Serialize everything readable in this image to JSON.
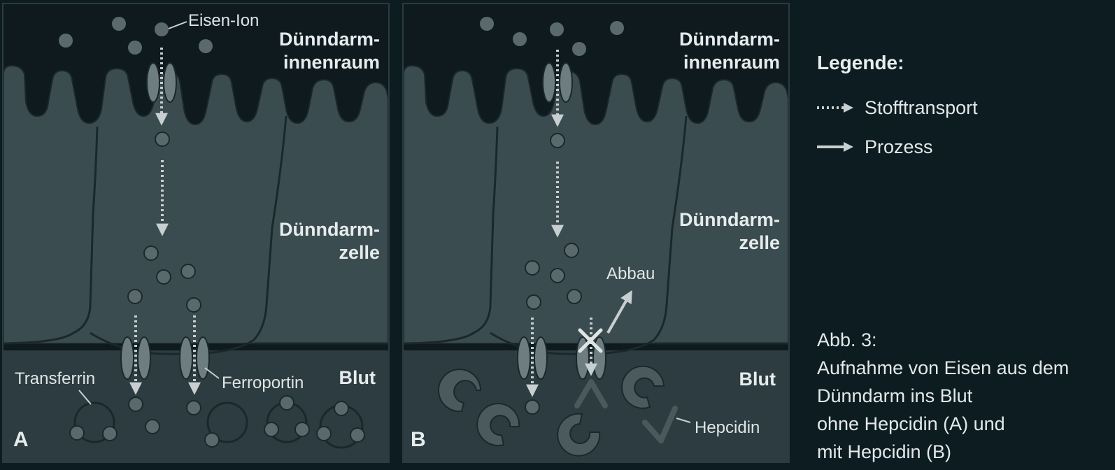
{
  "panels": [
    {
      "letter": "A",
      "lumen_label_line1": "Dünndarm-",
      "lumen_label_line2": "innenraum",
      "cell_label_line1": "Dünndarm-",
      "cell_label_line2": "zelle",
      "blood_label": "Blut",
      "annotations": {
        "iron_ion": "Eisen-Ion",
        "transferrin": "Transferrin",
        "ferroportin": "Ferroportin"
      }
    },
    {
      "letter": "B",
      "lumen_label_line1": "Dünndarm-",
      "lumen_label_line2": "innenraum",
      "cell_label_line1": "Dünndarm-",
      "cell_label_line2": "zelle",
      "blood_label": "Blut",
      "annotations": {
        "degradation": "Abbau",
        "hepcidin": "Hepcidin"
      }
    }
  ],
  "legend": {
    "title": "Legende:",
    "items": [
      {
        "style": "dotted",
        "label": "Stofftransport"
      },
      {
        "style": "solid",
        "label": "Prozess"
      }
    ]
  },
  "caption": {
    "line1": "Abb. 3:",
    "line2": "Aufnahme von Eisen aus dem",
    "line3": "Dünndarm ins Blut",
    "line4": "ohne Hepcidin (A) und",
    "line5": "mit Hepcidin (B)"
  },
  "colors": {
    "background": "#0c1c21",
    "lumen": "#0e1a1e",
    "cell": "#3b4c50",
    "blood": "#2c3c40",
    "ion": "#5a6a6c",
    "transporter": "#6e7e80",
    "arrow": "#c8cfd1"
  }
}
